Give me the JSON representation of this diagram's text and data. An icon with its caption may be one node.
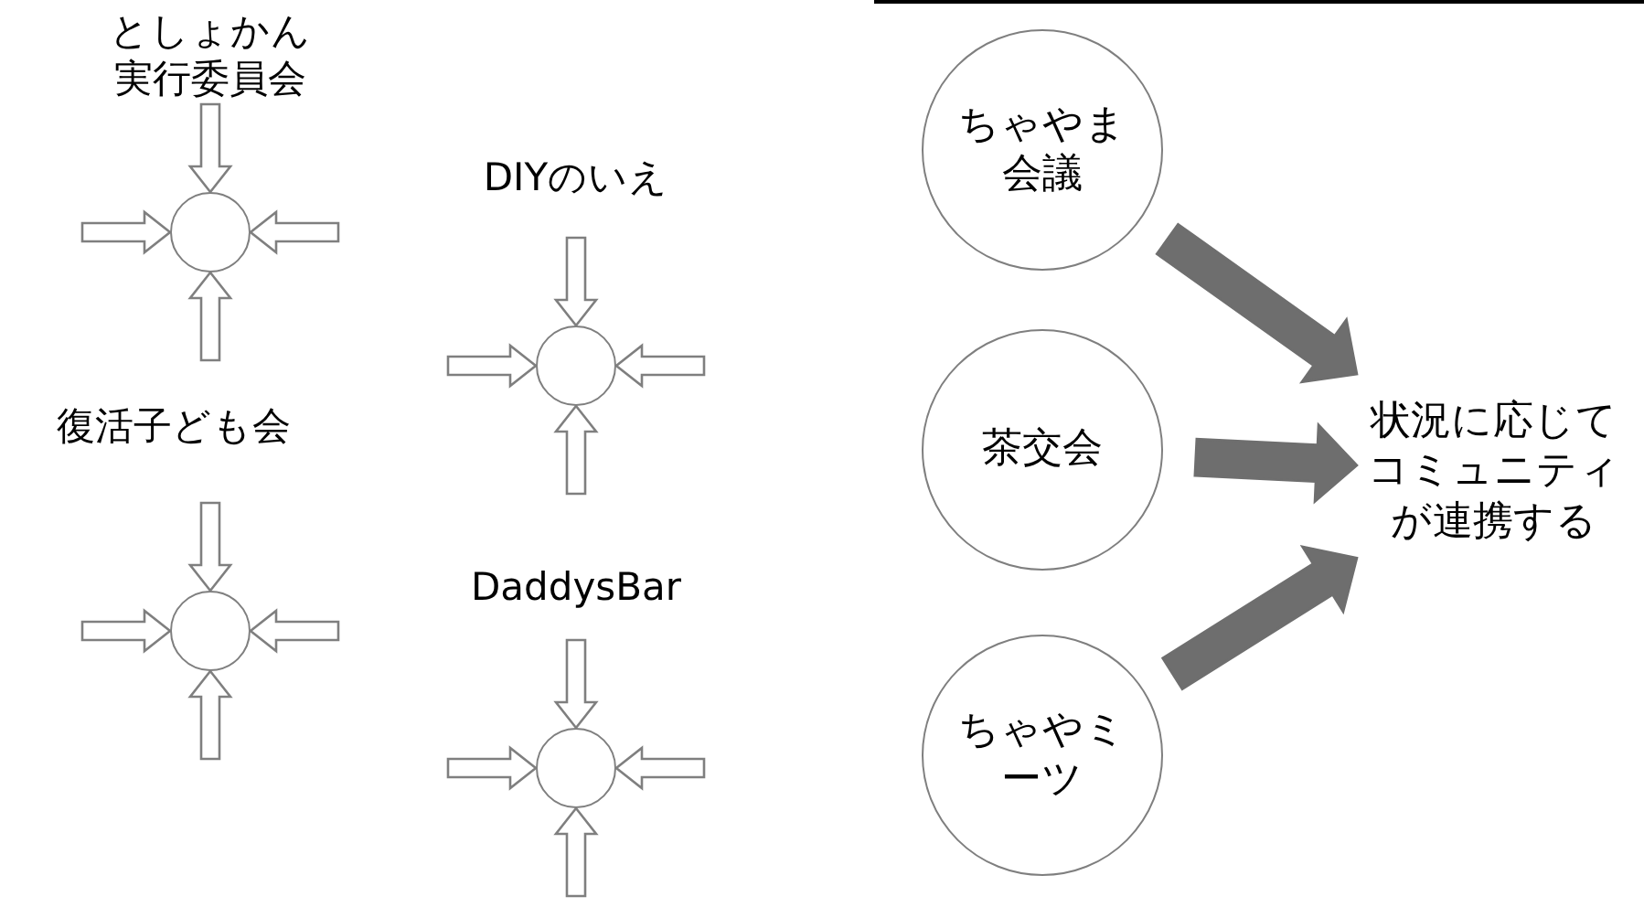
{
  "diagram": {
    "nodes": [
      {
        "text": [],
        "shape": "circle",
        "beside": [
          "としょかん実行委員会"
        ]
      },
      {
        "text": [],
        "shape": "circle",
        "beside": [
          "DIYのいえ"
        ]
      },
      {
        "text": [],
        "shape": "circle",
        "beside": [
          "復活子ども会"
        ]
      },
      {
        "text": [],
        "shape": "circle",
        "beside": [
          "DaddysBar"
        ]
      },
      {
        "text": [
          "ちゃやま会議"
        ]
      },
      {
        "text": [
          "茶交会"
        ]
      },
      {
        "text": [
          "ちゃやミーツ"
        ]
      },
      {
        "text": [
          "状況に応じてコミュニティが連携する"
        ]
      }
    ],
    "edges": [
      {
        "from": null,
        "to": 0,
        "arrow": "to"
      },
      {
        "from": null,
        "to": 0,
        "arrow": "to"
      },
      {
        "from": null,
        "to": 0,
        "arrow": "to"
      },
      {
        "from": null,
        "to": 0,
        "arrow": "to"
      },
      {
        "from": null,
        "to": 1,
        "arrow": "to"
      },
      {
        "from": null,
        "to": 1,
        "arrow": "to"
      },
      {
        "from": null,
        "to": 1,
        "arrow": "to"
      },
      {
        "from": null,
        "to": 1,
        "arrow": "to"
      },
      {
        "from": null,
        "to": 2,
        "arrow": "to"
      },
      {
        "from": null,
        "to": 2,
        "arrow": "to"
      },
      {
        "from": null,
        "to": 2,
        "arrow": "to"
      },
      {
        "from": null,
        "to": 2,
        "arrow": "to"
      },
      {
        "from": null,
        "to": 3,
        "arrow": "to"
      },
      {
        "from": null,
        "to": 3,
        "arrow": "to"
      },
      {
        "from": null,
        "to": 3,
        "arrow": "to"
      },
      {
        "from": null,
        "to": 3,
        "arrow": "to"
      },
      {
        "from": 4,
        "to": 7,
        "arrow": "to",
        "style": "thick"
      },
      {
        "from": 5,
        "to": 7,
        "arrow": "to",
        "style": "thick"
      },
      {
        "from": 6,
        "to": 7,
        "arrow": "to",
        "style": "thick"
      }
    ]
  }
}
